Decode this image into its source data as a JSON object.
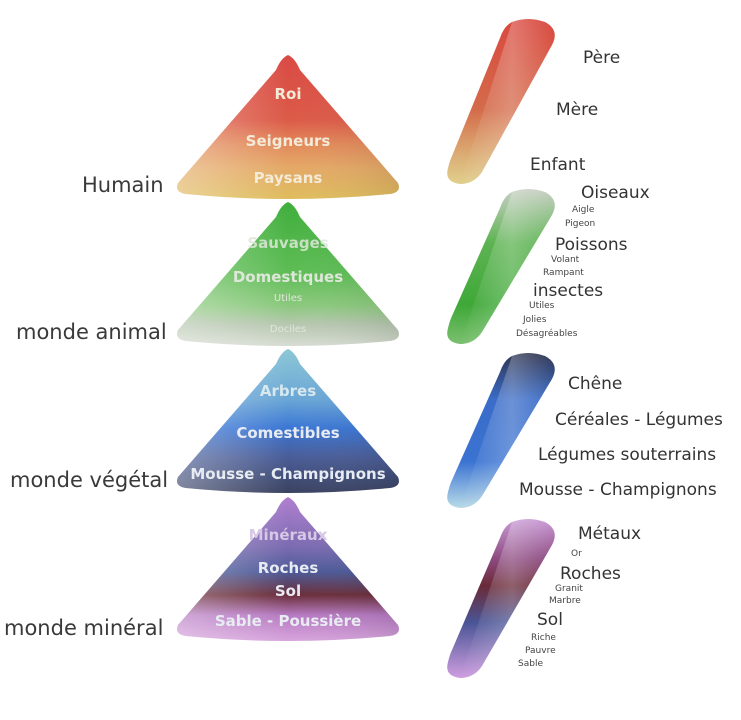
{
  "sections": [
    {
      "name": "Humain",
      "pyramid": [
        "Roi",
        "Seigneurs",
        "Paysans"
      ],
      "side": [
        {
          "label": "Père",
          "sub": []
        },
        {
          "label": "Mère",
          "sub": []
        },
        {
          "label": "Enfant",
          "sub": []
        }
      ]
    },
    {
      "name": "monde animal",
      "pyramid": [
        "Sauvages",
        "Domestiques",
        "Utiles",
        "Dociles"
      ],
      "side": [
        {
          "label": "Oiseaux",
          "sub": [
            "Aigle",
            "Pigeon"
          ]
        },
        {
          "label": "Poissons",
          "sub": [
            "Volant",
            "Rampant"
          ]
        },
        {
          "label": "insectes",
          "sub": [
            "Utiles",
            "Jolies",
            "Désagréables"
          ]
        }
      ]
    },
    {
      "name": "monde végétal",
      "pyramid": [
        "Arbres",
        "Comestibles",
        "Mousse - Champignons"
      ],
      "side": [
        {
          "label": "Chêne",
          "sub": []
        },
        {
          "label": "Céréales - Légumes",
          "sub": []
        },
        {
          "label": "Légumes souterrains",
          "sub": []
        },
        {
          "label": "Mousse - Champignons",
          "sub": []
        }
      ]
    },
    {
      "name": "monde minéral",
      "pyramid": [
        "Minéraux",
        "Roches",
        "Sol",
        "Sable - Poussière"
      ],
      "side": [
        {
          "label": "Métaux",
          "sub": [
            "Or"
          ]
        },
        {
          "label": "Roches",
          "sub": [
            "Granit",
            "Marbre"
          ]
        },
        {
          "label": "Sol",
          "sub": [
            "Riche",
            "Pauvre",
            "Sable"
          ]
        }
      ]
    }
  ],
  "colors": {
    "humain": [
      "#d9544a",
      "#e07a52",
      "#e0b35a"
    ],
    "animal": [
      "#4db34a",
      "#63c05a",
      "#b9c8b3"
    ],
    "vegetal": [
      "#7cc0d8",
      "#3c78d6",
      "#3e4d78"
    ],
    "mineral": [
      "#a56fc4",
      "#4a5596",
      "#6b2e3c",
      "#c98fd2"
    ]
  }
}
